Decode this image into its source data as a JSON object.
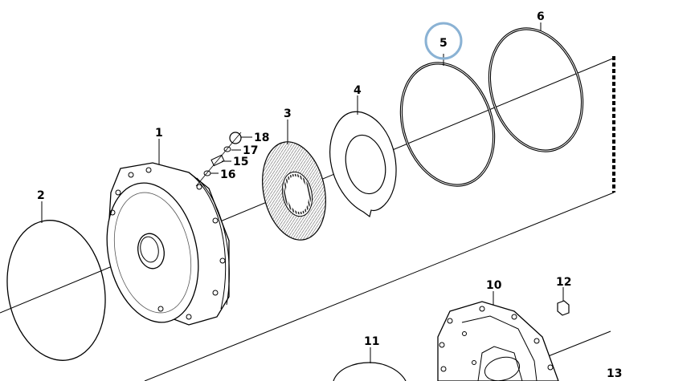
{
  "diagram": {
    "callouts": [
      {
        "id": "1",
        "label": "1"
      },
      {
        "id": "2",
        "label": "2"
      },
      {
        "id": "3",
        "label": "3"
      },
      {
        "id": "4",
        "label": "4"
      },
      {
        "id": "5",
        "label": "5"
      },
      {
        "id": "6",
        "label": "6"
      },
      {
        "id": "10",
        "label": "10"
      },
      {
        "id": "11",
        "label": "11"
      },
      {
        "id": "12",
        "label": "12"
      },
      {
        "id": "13",
        "label": "13"
      },
      {
        "id": "15",
        "label": "15"
      },
      {
        "id": "16",
        "label": "16"
      },
      {
        "id": "17",
        "label": "17"
      },
      {
        "id": "18",
        "label": "18"
      }
    ],
    "highlight_color": "#8ab2d4",
    "line_color": "#000000"
  }
}
